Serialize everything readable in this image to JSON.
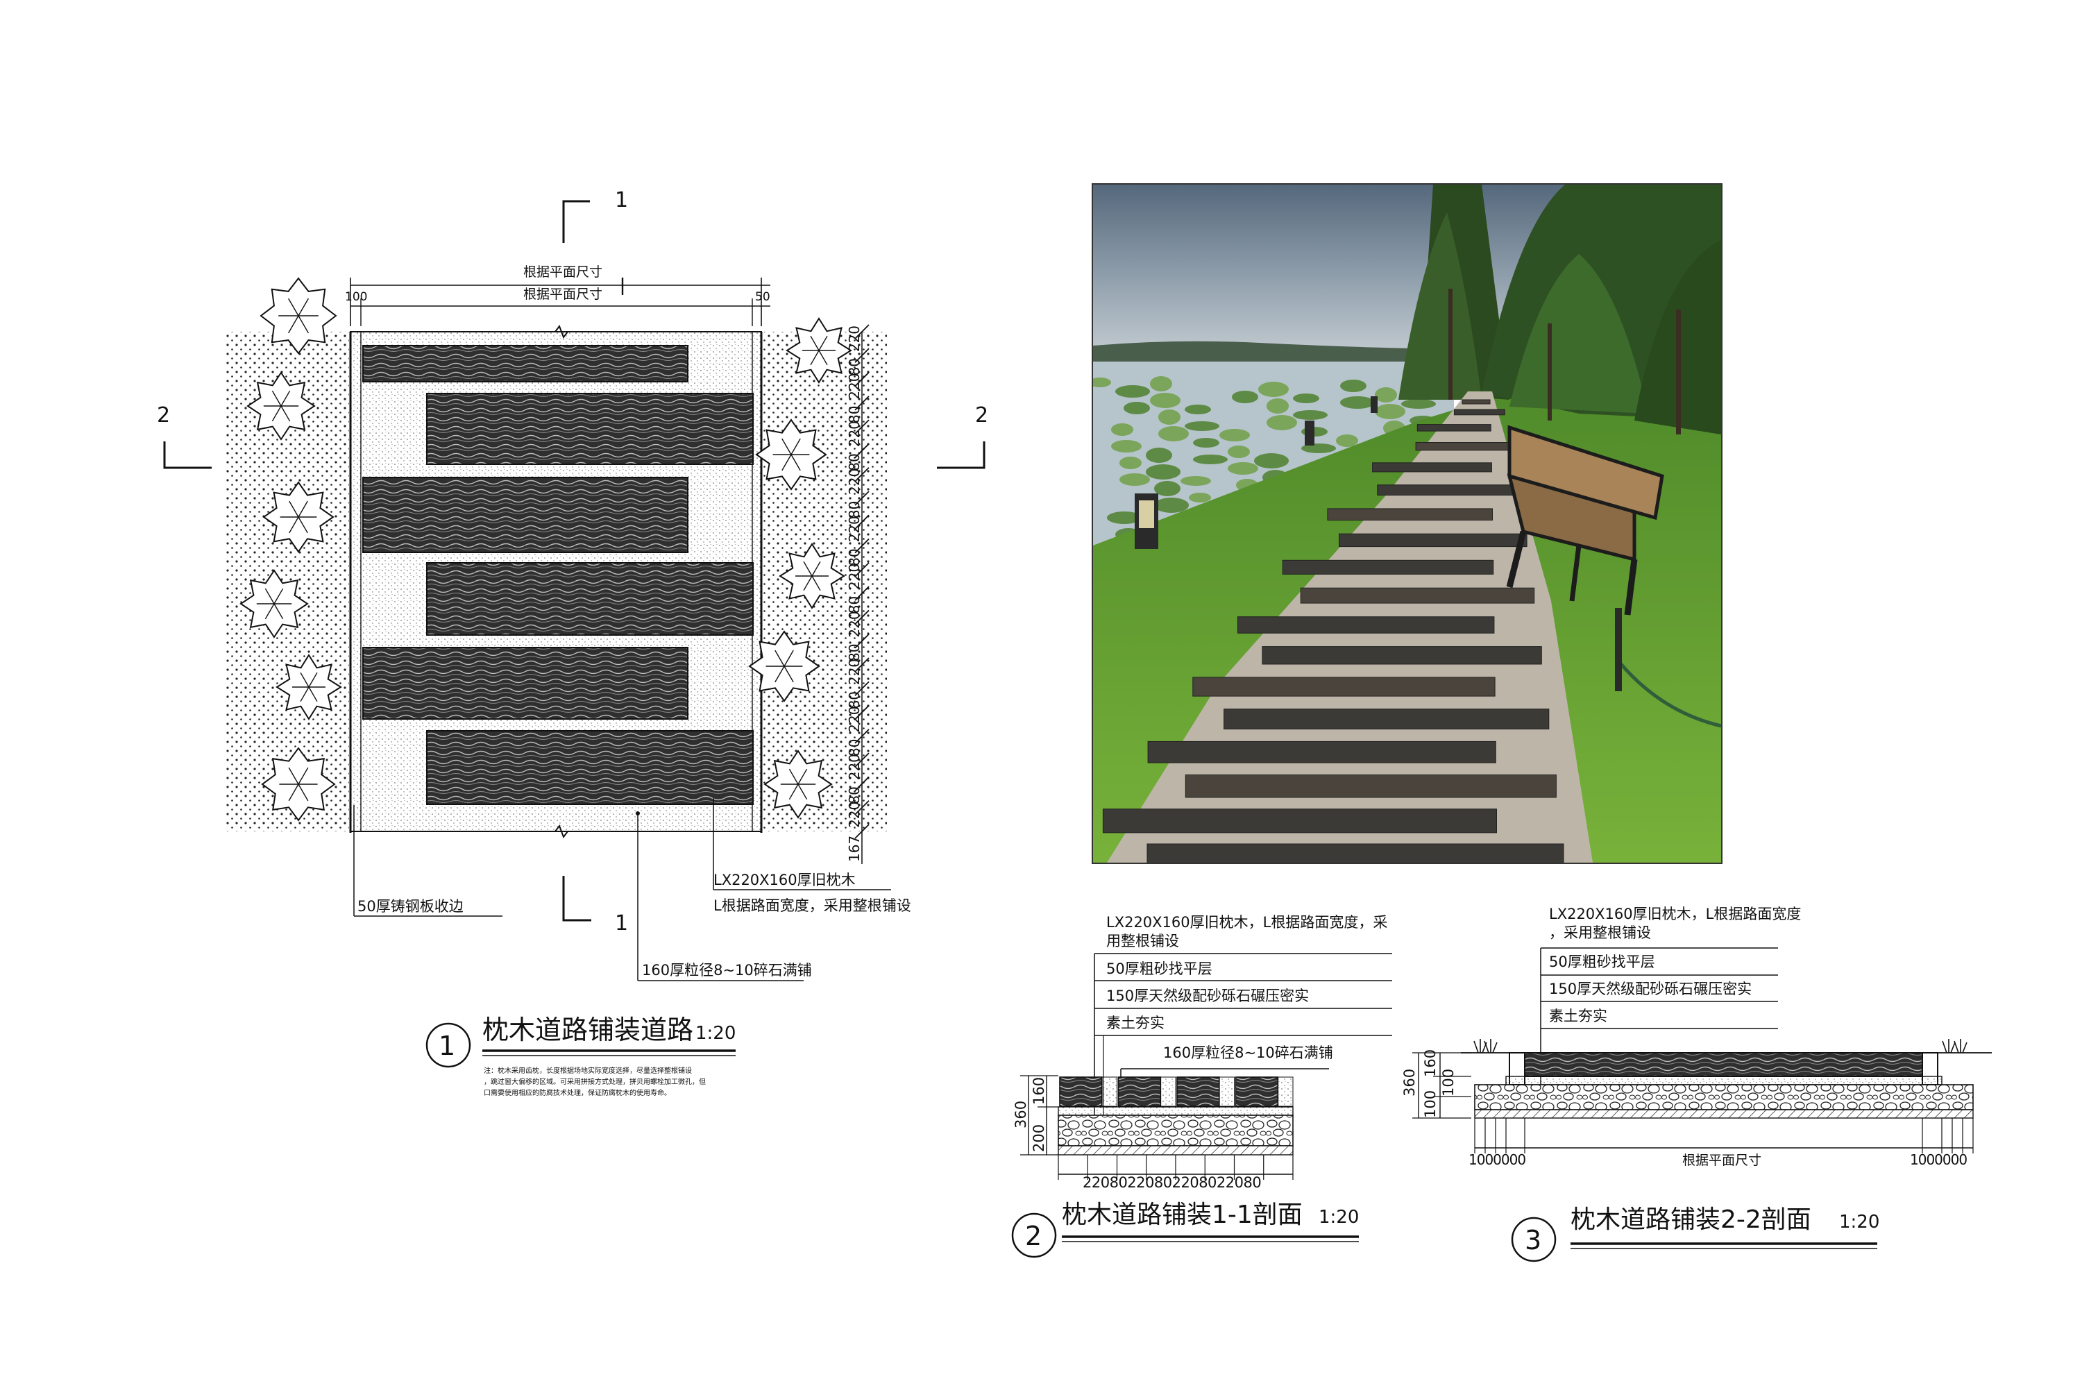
{
  "plan": {
    "dim_outer": "根据平面尺寸",
    "dim_inner": "根据平面尺寸",
    "dim_left_small": "100",
    "dim_right_small": "50",
    "dim_rows": [
      "220",
      "220",
      "220",
      "220",
      "220",
      "220",
      "220",
      "220",
      "220",
      "220",
      "220"
    ],
    "dim_gaps": [
      "80",
      "80",
      "80",
      "80",
      "80",
      "80",
      "80",
      "80",
      "80",
      "80"
    ],
    "dim_bottom": "167",
    "section_mark_1_top": "1",
    "section_mark_1_bottom": "1",
    "section_mark_2_left": "2",
    "section_mark_2_right": "2",
    "callout_sleeper_1": "LX220X160厚旧枕木",
    "callout_sleeper_2": "L根据路面宽度，采用整根铺设",
    "callout_steel": "50厚铸钢板收边",
    "callout_gravel": "160厚粒径8~10碎石满铺"
  },
  "title1": {
    "number": "1",
    "name": "枕木道路铺装道路",
    "scale": "1:20",
    "note_1": "注：枕木采用齿枕，长度根据场地实际宽度选择，尽量选择整根铺设",
    "note_2": "，跳过窗大偏移的区域。可采用拼接方式处理，拼贝用螺栓加工微孔，但",
    "note_3": "口需要使用相应的防腐技术处理，保证防腐枕木的使用寿命。"
  },
  "section1": {
    "label_1": "LX220X160厚旧枕木，L根据路面宽度，采",
    "label_1b": "用整根铺设",
    "label_2": "50厚粗砂找平层",
    "label_3": "150厚天然级配砂砾石碾压密实",
    "label_4": "素土夯实",
    "label_gravel": "160厚粒径8~10碎石满铺",
    "dim_total": "360",
    "dim_top": "160",
    "dim_mid": "200",
    "dim_bottom_row": "22080220802208022080",
    "title_number": "2",
    "title_name": "枕木道路铺装1-1剖面",
    "title_scale": "1:20"
  },
  "section2": {
    "label_1": "LX220X160厚旧枕木，L根据路面宽度",
    "label_1b": "，采用整根铺设",
    "label_2": "50厚粗砂找平层",
    "label_3": "150厚天然级配砂砾石碾压密实",
    "label_4": "素土夯实",
    "dim_total": "360",
    "dim_a": "160",
    "dim_b": "100",
    "dim_c": "100",
    "dim_left": "1000000",
    "dim_right": "1000000",
    "dim_center": "根据平面尺寸",
    "title_number": "3",
    "title_name": "枕木道路铺装2-2剖面",
    "title_scale": "1:20"
  },
  "colors": {
    "sky": "#7d8ea1",
    "grass": "#5f9a2e",
    "tree": "#2b4a1f",
    "water": "#b8c6cc",
    "sleeper": "#3b3a36",
    "gravel": "#bfb9ad"
  }
}
